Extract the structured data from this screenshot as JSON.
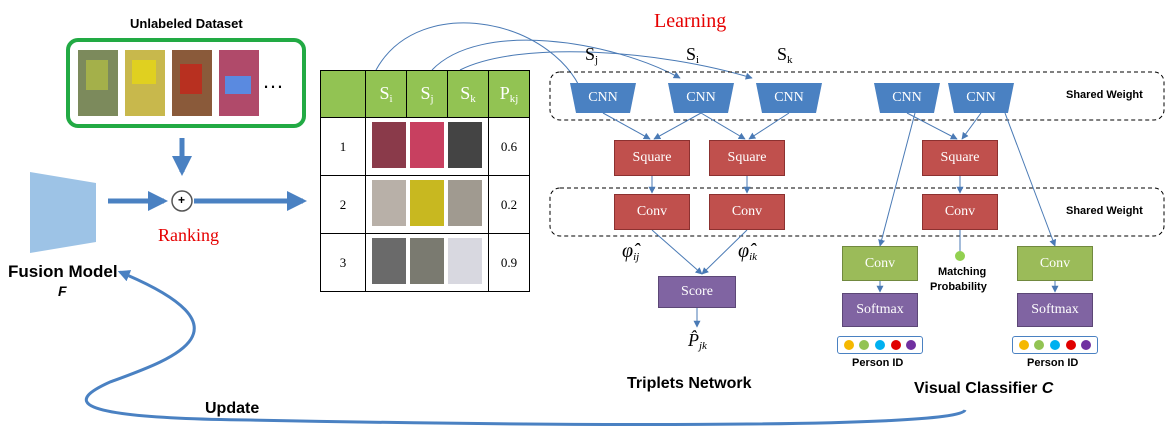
{
  "dataset": {
    "title": "Unlabeled Dataset",
    "ellipsis": "…"
  },
  "fusion": {
    "title": "Fusion Model",
    "symbol": "F",
    "plus": "+"
  },
  "ranking_label": "Ranking",
  "learning_label": "Learning",
  "update_label": "Update",
  "table": {
    "headers": [
      "",
      "S_i",
      "S_j",
      "S_k",
      "P_kj"
    ],
    "rows": [
      {
        "index": "1",
        "p": "0.6"
      },
      {
        "index": "2",
        "p": "0.2"
      },
      {
        "index": "3",
        "p": "0.9"
      }
    ]
  },
  "triplet_labels": {
    "sj": "S",
    "sj_sub": "j",
    "si": "S",
    "si_sub": "i",
    "sk": "S",
    "sk_sub": "k"
  },
  "cnn_label": "CNN",
  "square_label": "Square",
  "conv_label": "Conv",
  "score_label": "Score",
  "softmax_label": "Softmax",
  "shared_weight_label": "Shared Weight",
  "phi_ij": "φ̂",
  "phi_ij_sub": "ij",
  "phi_ik": "φ̂",
  "phi_ik_sub": "ik",
  "p_jk": "P̂",
  "p_jk_sub": "jk",
  "matching_prob": [
    "Matching",
    "Probability"
  ],
  "person_id_label": "Person ID",
  "triplets_network_label": "Triplets Network",
  "visual_classifier_label": "Visual Classifier",
  "visual_classifier_symbol": "C",
  "colors": {
    "cnn": "#4a81c2",
    "red_block": "#c0504d",
    "green_block": "#9bbb59",
    "purple_block": "#8064a2",
    "dataset_border": "#22aa44",
    "table_header": "#92c353",
    "id_dots": [
      "#f5b800",
      "#92c353",
      "#00b0f0",
      "#e00000",
      "#7030a0"
    ]
  }
}
